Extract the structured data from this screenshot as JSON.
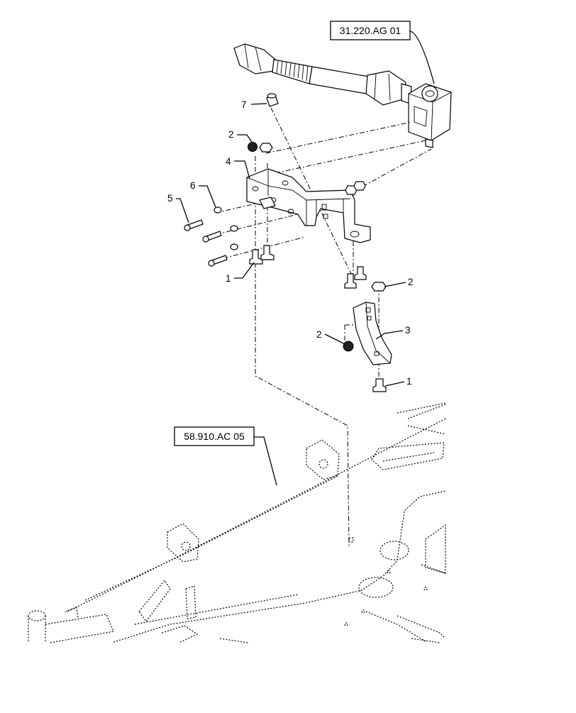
{
  "references": [
    {
      "id": "ref-31-220-ag-01",
      "text": "31.220.AG 01"
    },
    {
      "id": "ref-58-910-ac-05",
      "text": "58.910.AC 05"
    }
  ],
  "callouts": [
    "7",
    "2",
    "4",
    "6",
    "5",
    "1",
    "2",
    "2",
    "3",
    "1"
  ]
}
